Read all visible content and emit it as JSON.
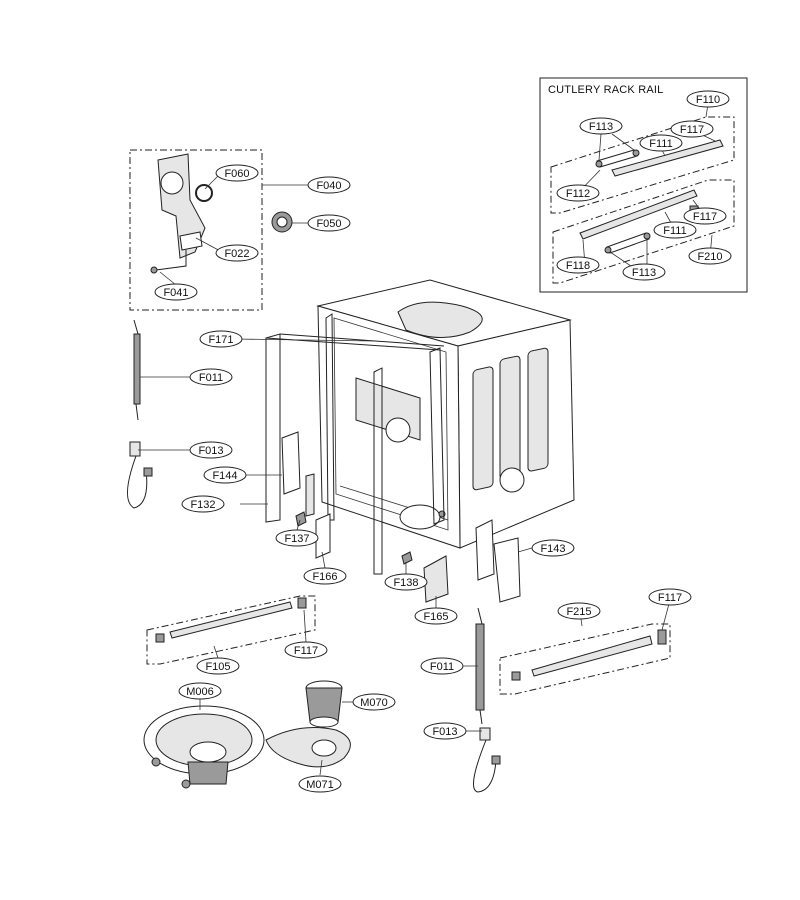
{
  "inset": {
    "title": "CUTLERY RACK RAIL"
  },
  "labels": {
    "F110": "F110",
    "F113a": "F113",
    "F117a": "F117",
    "F111a": "F111",
    "F112": "F112",
    "F117b": "F117",
    "F111b": "F111",
    "F118": "F118",
    "F113b": "F113",
    "F210": "F210",
    "F060": "F060",
    "F040": "F040",
    "F050": "F050",
    "F022": "F022",
    "F041": "F041",
    "F171": "F171",
    "F011a": "F011",
    "F013a": "F013",
    "F144": "F144",
    "F132": "F132",
    "F137": "F137",
    "F166": "F166",
    "F138": "F138",
    "F143": "F143",
    "F165": "F165",
    "F215": "F215",
    "F117c": "F117",
    "F117d": "F117",
    "F105": "F105",
    "F011b": "F011",
    "M006": "M006",
    "M070": "M070",
    "F013b": "F013",
    "M071": "M071"
  }
}
